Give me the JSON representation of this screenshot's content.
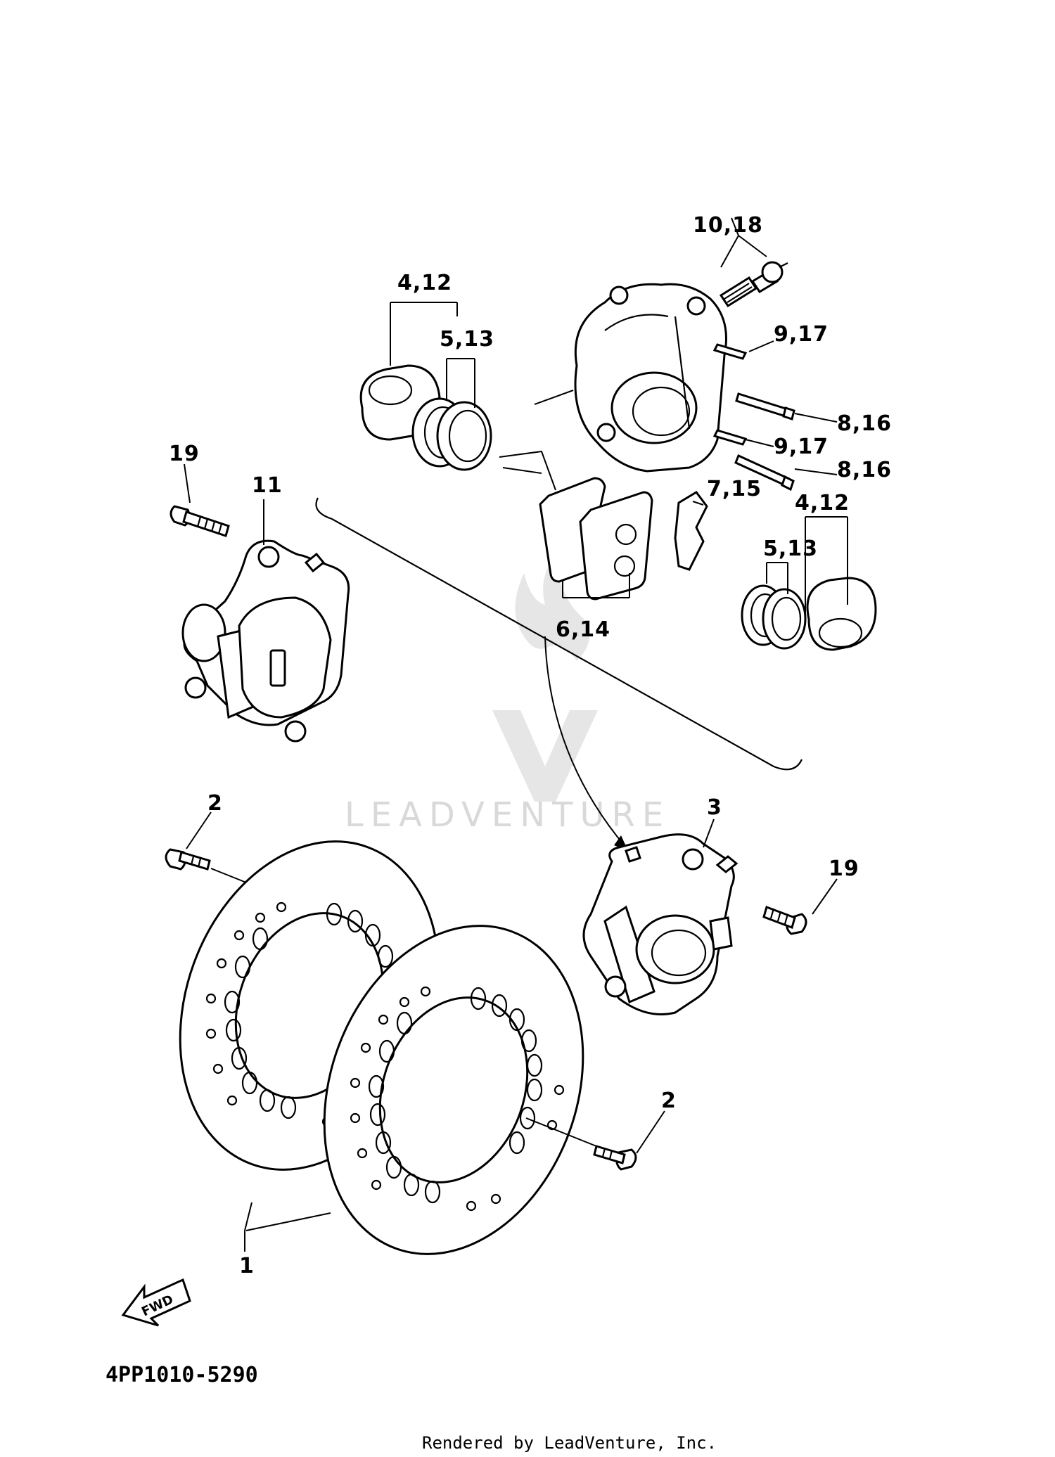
{
  "callouts": {
    "c_10_18": "10,18",
    "c_4_12_top": "4,12",
    "c_5_13_top": "5,13",
    "c_9_17_top": "9,17",
    "c_8_16_top": "8,16",
    "c_9_17_mid": "9,17",
    "c_8_16_mid": "8,16",
    "c_7_15": "7,15",
    "c_4_12_right": "4,12",
    "c_5_13_right": "5,13",
    "c_6_14": "6,14",
    "c_19_left": "19",
    "c_11": "11",
    "c_2_left": "2",
    "c_3": "3",
    "c_19_right": "19",
    "c_2_right": "2",
    "c_1": "1"
  },
  "fwd_label": "FWD",
  "diagram_code": "4PP1010-5290",
  "watermark": "LEADVENTURE",
  "footer": "Rendered by LeadVenture, Inc."
}
